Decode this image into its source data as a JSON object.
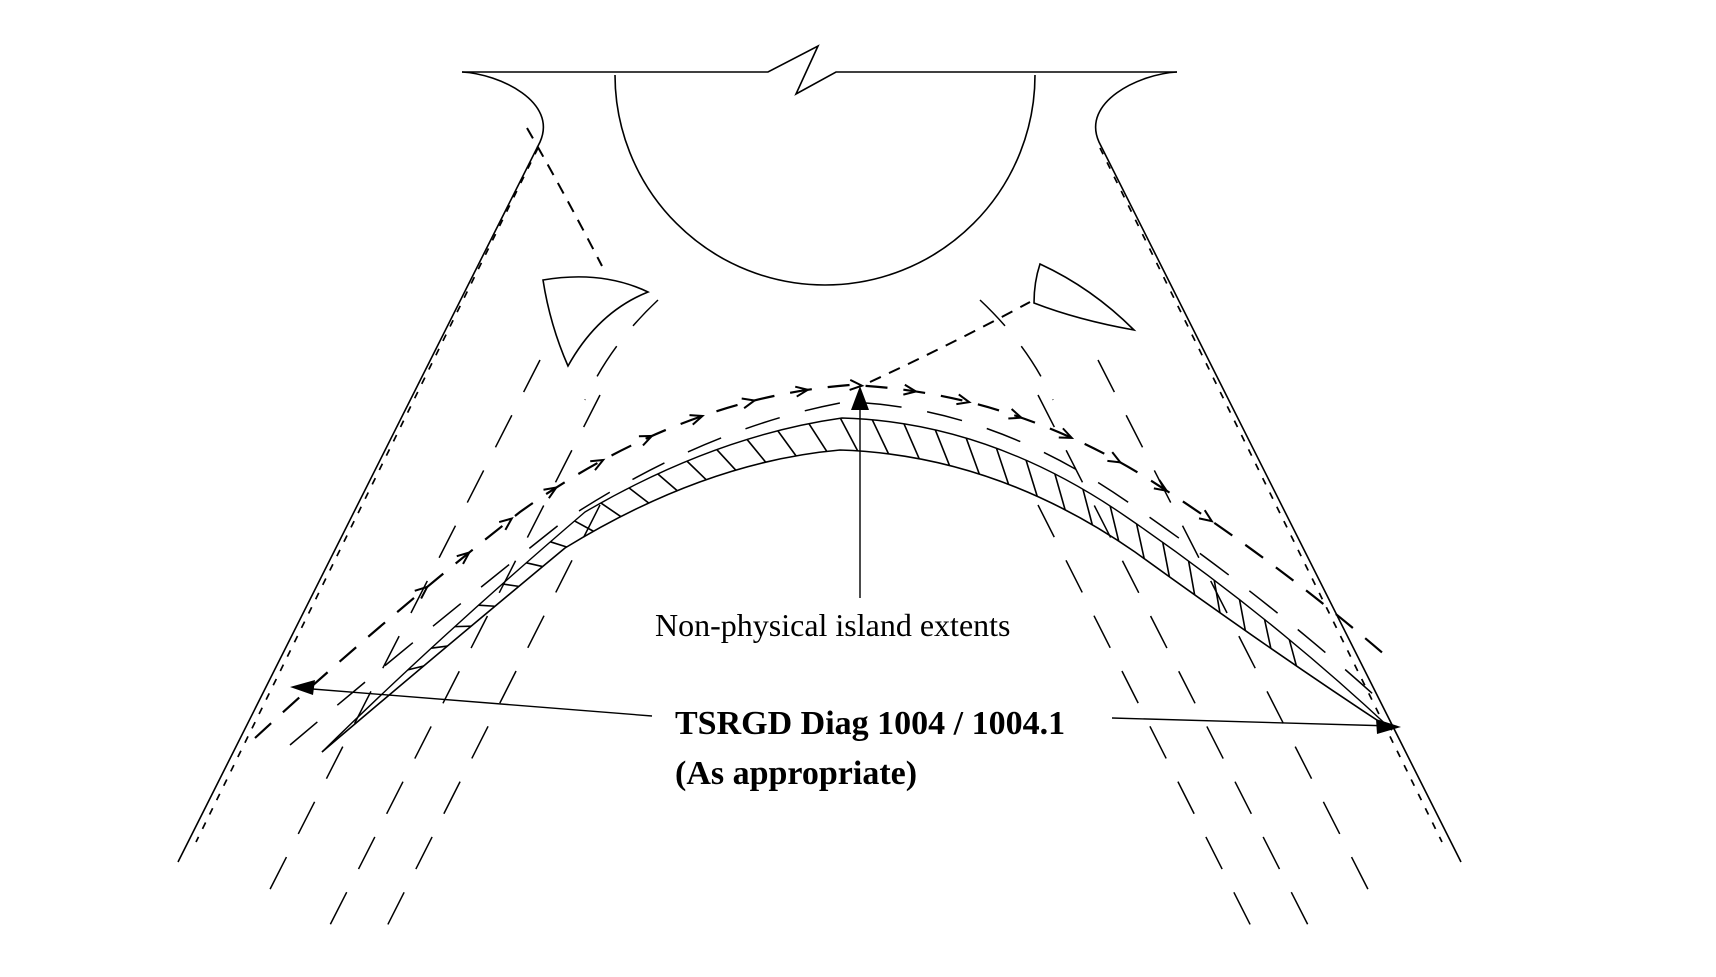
{
  "diagram": {
    "background": "#ffffff",
    "line_color": "#000000",
    "labels": {
      "island": "Non-physical island extents",
      "tsrgd_line1": "TSRGD Diag 1004 / 1004.1",
      "tsrgd_line2": "(As appropriate)"
    }
  }
}
